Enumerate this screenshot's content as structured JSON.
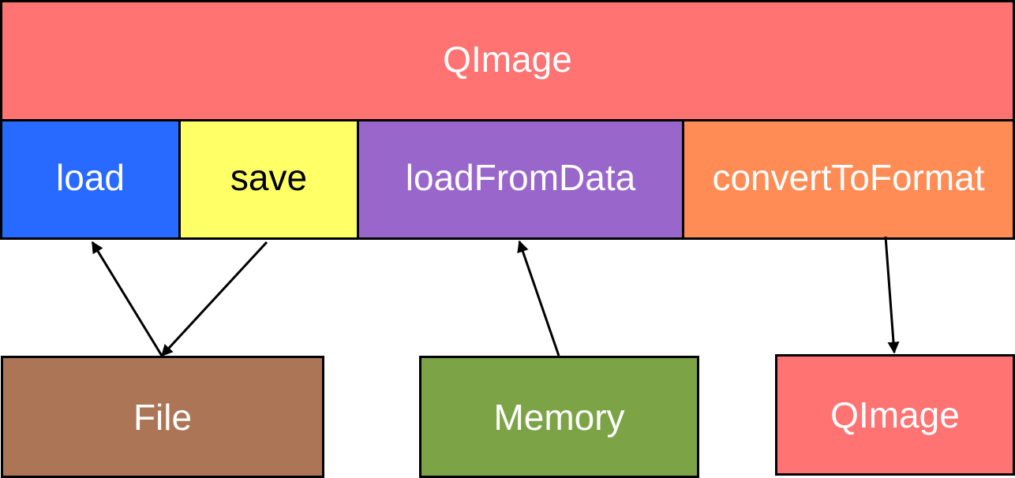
{
  "diagram": {
    "header": {
      "label": "QImage",
      "color": "#ff7373",
      "text_color": "#ffffff"
    },
    "methods": [
      {
        "key": "load",
        "label": "load",
        "color": "#2869ff",
        "text_color": "#ffffff"
      },
      {
        "key": "save",
        "label": "save",
        "color": "#ffff66",
        "text_color": "#000000"
      },
      {
        "key": "lfd",
        "label": "loadFromData",
        "color": "#9966cc",
        "text_color": "#ffffff"
      },
      {
        "key": "ctf",
        "label": "convertToFormat",
        "color": "#ff8c55",
        "text_color": "#ffffff"
      }
    ],
    "sources": [
      {
        "key": "file",
        "label": "File",
        "color": "#ac7556",
        "text_color": "#ffffff"
      },
      {
        "key": "memory",
        "label": "Memory",
        "color": "#7ca446",
        "text_color": "#ffffff"
      },
      {
        "key": "qimage2",
        "label": "QImage",
        "color": "#ff7373",
        "text_color": "#ffffff"
      }
    ],
    "edges": [
      {
        "from": "file",
        "to": "load"
      },
      {
        "from": "save",
        "to": "file"
      },
      {
        "from": "memory",
        "to": "loadFromData"
      },
      {
        "from": "convertToFormat",
        "to": "qimage2"
      }
    ]
  }
}
